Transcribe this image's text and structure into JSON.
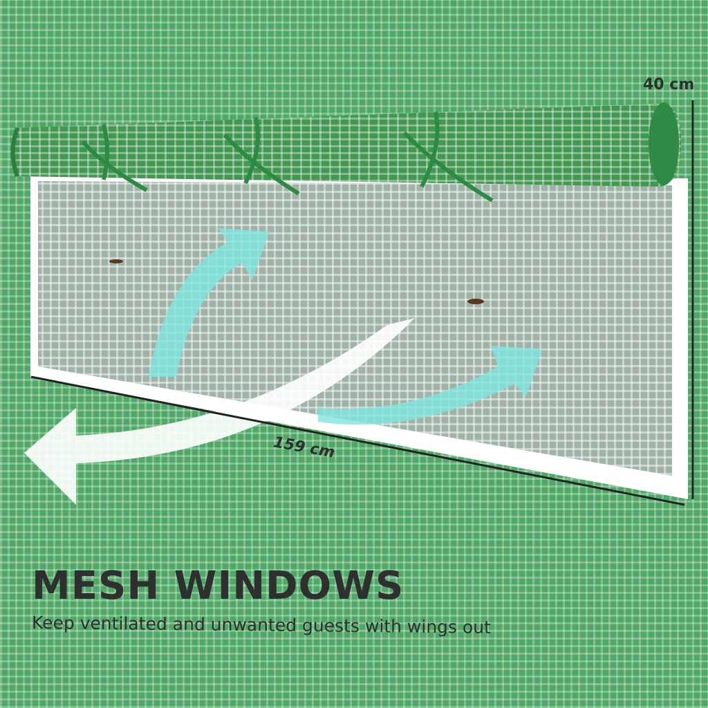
{
  "headline": "MESH WINDOWS",
  "subheadline": "Keep ventilated and unwanted guests with wings out",
  "dimensions": {
    "height": "40 cm",
    "width": "159 cm"
  },
  "colors": {
    "fabric": "#4fa866",
    "arrow": "#7fe6e0",
    "text": "#2f2f2f"
  }
}
